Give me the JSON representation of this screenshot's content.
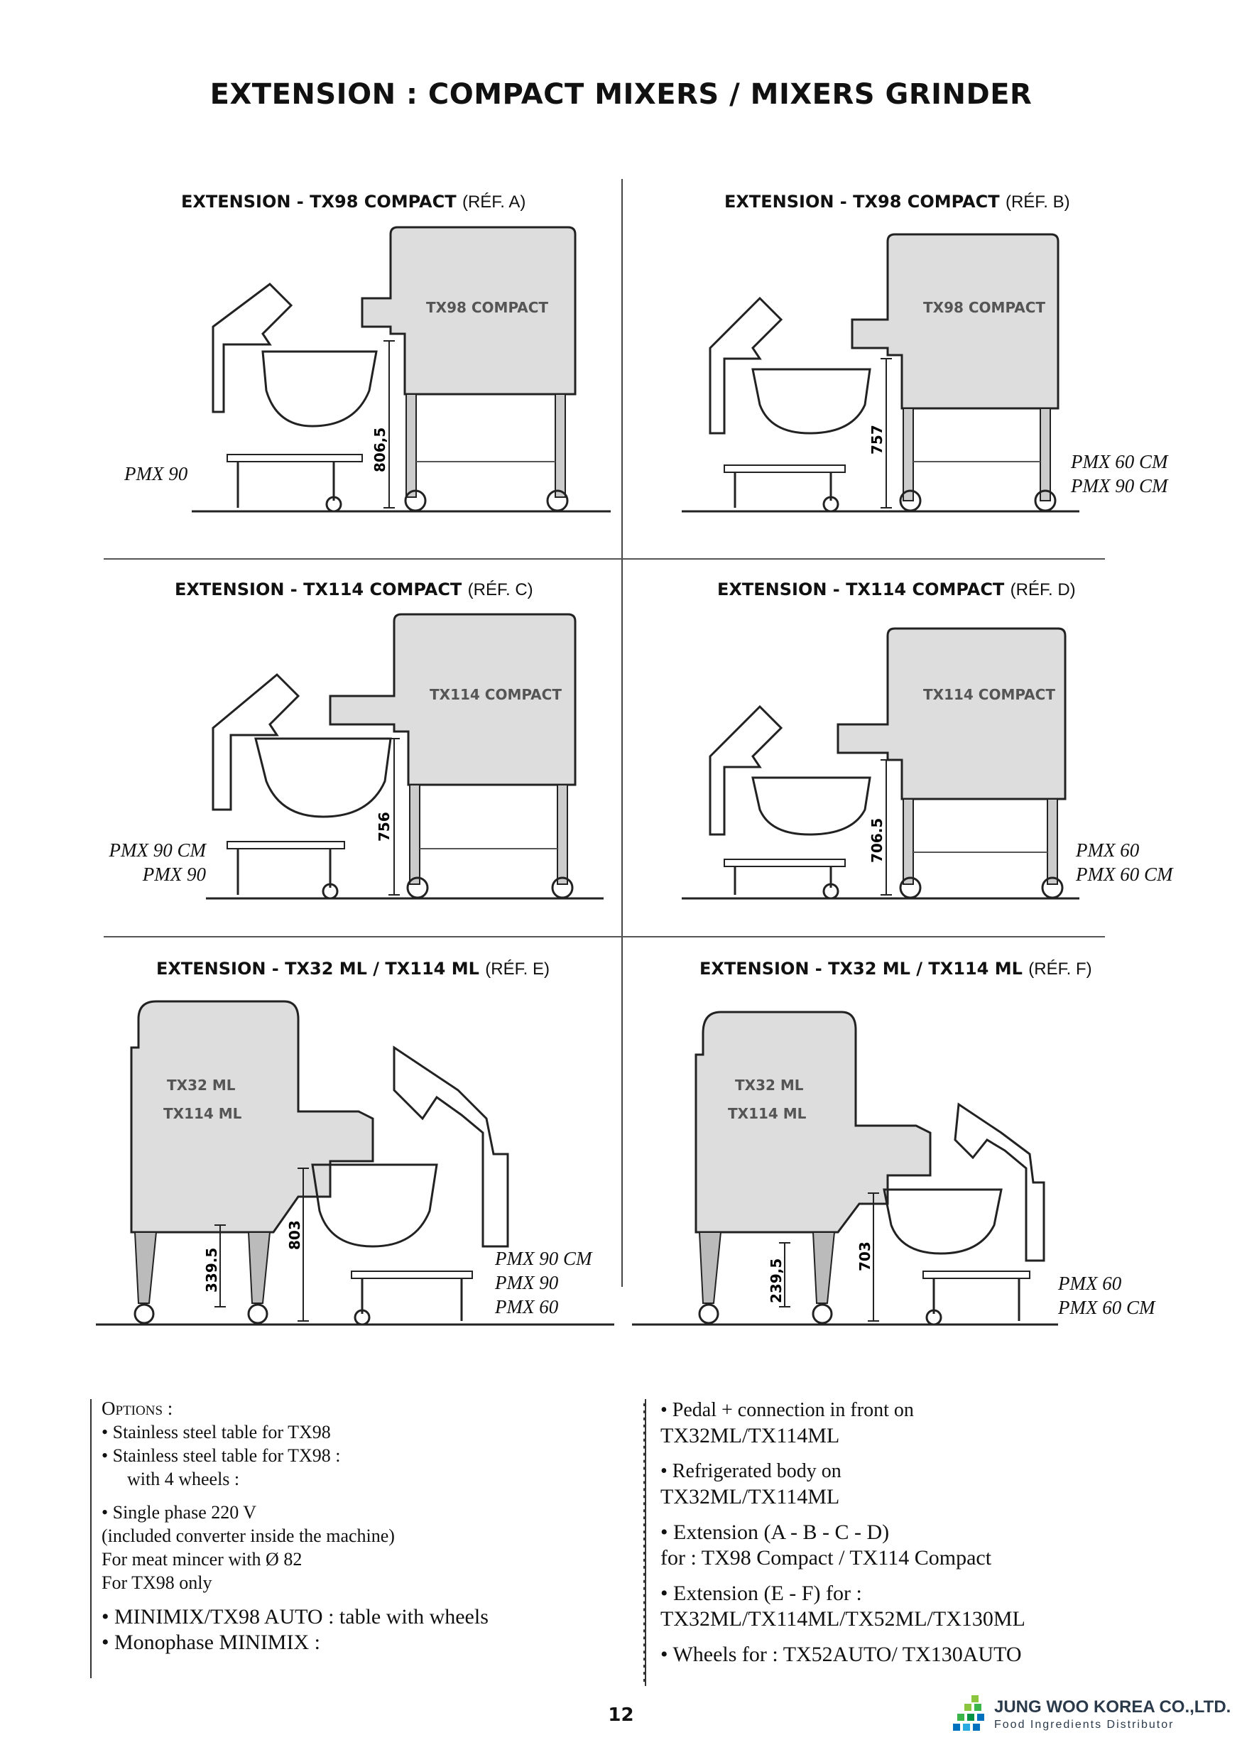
{
  "page_title": "EXTENSION : COMPACT MIXERS / MIXERS GRINDER",
  "panels": [
    {
      "title": "EXTENSION - TX98 COMPACT",
      "ref": "(RÉF. A)",
      "machine": "TX98 COMPACT",
      "dimension": "806,5",
      "models": [
        "PMX 90"
      ]
    },
    {
      "title": "EXTENSION - TX98 COMPACT",
      "ref": "(RÉF. B)",
      "machine": "TX98 COMPACT",
      "dimension": "757",
      "models": [
        "PMX 60 CM",
        "PMX 90 CM"
      ]
    },
    {
      "title": "EXTENSION - TX114 COMPACT",
      "ref": "(RÉF. C)",
      "machine": "TX114 COMPACT",
      "dimension": "756",
      "models": [
        "PMX 90 CM",
        "PMX 90"
      ]
    },
    {
      "title": "EXTENSION - TX114 COMPACT",
      "ref": "(RÉF. D)",
      "machine": "TX114 COMPACT",
      "dimension": "706.5",
      "models": [
        "PMX 60",
        "PMX 60 CM"
      ]
    },
    {
      "title": "EXTENSION - TX32 ML / TX114 ML",
      "ref": "(RÉF. E)",
      "machine_line1": "TX32 ML",
      "machine_line2": "TX114 ML",
      "dimension_small": "339.5",
      "dimension": "803",
      "models": [
        "PMX 90 CM",
        "PMX 90",
        "PMX 60"
      ]
    },
    {
      "title": "EXTENSION - TX32 ML / TX114 ML",
      "ref": "(RÉF. F)",
      "machine_line1": "TX32 ML",
      "machine_line2": "TX114 ML",
      "dimension_small": "239,5",
      "dimension": "703",
      "models": [
        "PMX 60",
        "PMX 60 CM"
      ]
    }
  ],
  "options": {
    "heading": "Options :",
    "left_items": [
      "• Stainless steel table for TX98",
      "• Stainless steel table for TX98 :",
      "with 4 wheels :",
      "• Single phase 220 V",
      "(included converter inside the machine)",
      "For meat mincer with Ø 82",
      "For TX98 only",
      "• MINIMIX/TX98 AUTO : table with wheels",
      "• Monophase MINIMIX :"
    ],
    "right_items": [
      "• Pedal + connection in front on",
      "TX32ML/TX114ML",
      "• Refrigerated body on",
      "TX32ML/TX114ML",
      "• Extension (A - B - C - D)",
      "for : TX98 Compact / TX114 Compact",
      "• Extension (E - F) for :",
      "TX32ML/TX114ML/TX52ML/TX130ML",
      "• Wheels for : TX52AUTO/ TX130AUTO"
    ]
  },
  "page_number": "12",
  "footer": {
    "company": "JUNG WOO KOREA CO.,LTD.",
    "tagline": "Food Ingredients Distributor"
  }
}
